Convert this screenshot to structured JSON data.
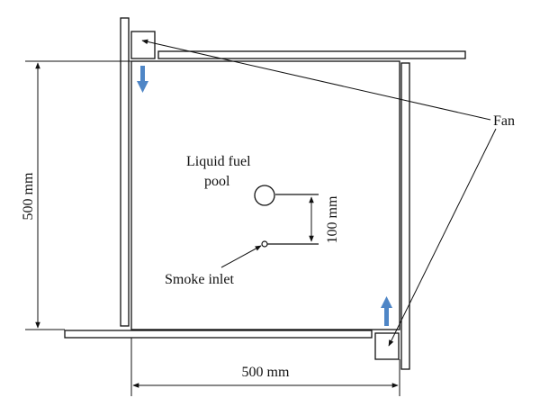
{
  "labels": {
    "fan": "Fan",
    "pool_line1": "Liquid fuel",
    "pool_line2": "pool",
    "smoke_inlet": "Smoke inlet"
  },
  "dimensions": {
    "width": "500 mm",
    "height": "500 mm",
    "offset": "100 mm"
  },
  "colors": {
    "line": "#111111",
    "flow_arrow": "#4f86c6"
  }
}
